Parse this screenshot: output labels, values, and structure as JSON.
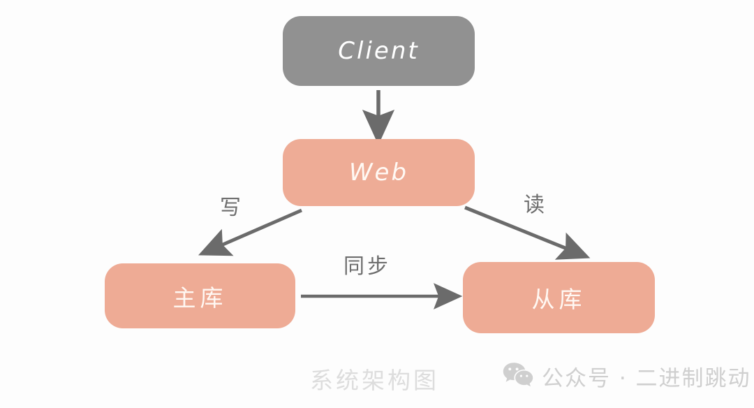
{
  "diagram": {
    "title_watermark": "系统架构图",
    "nodes": [
      {
        "id": "client",
        "label": "Client",
        "color": "#919191",
        "text_color": "#ffffff"
      },
      {
        "id": "web",
        "label": "Web",
        "color": "#eeac96",
        "text_color": "#fff9f4"
      },
      {
        "id": "master",
        "label": "主库",
        "color": "#eeab95",
        "text_color": "#fff8f3"
      },
      {
        "id": "slave",
        "label": "从库",
        "color": "#eeab95",
        "text_color": "#fff8f3"
      }
    ],
    "edges": [
      {
        "id": "client-web",
        "from": "client",
        "to": "web",
        "label": ""
      },
      {
        "id": "web-master",
        "from": "web",
        "to": "master",
        "label": "写"
      },
      {
        "id": "web-slave",
        "from": "web",
        "to": "slave",
        "label": "读"
      },
      {
        "id": "master-slave",
        "from": "master",
        "to": "slave",
        "label": "同步"
      }
    ],
    "arrow_color": "#6b6b6b"
  },
  "branding": {
    "icon": "wechat-icon",
    "text": "公众号 · 二进制跳动",
    "color": "#cfcfcf"
  }
}
